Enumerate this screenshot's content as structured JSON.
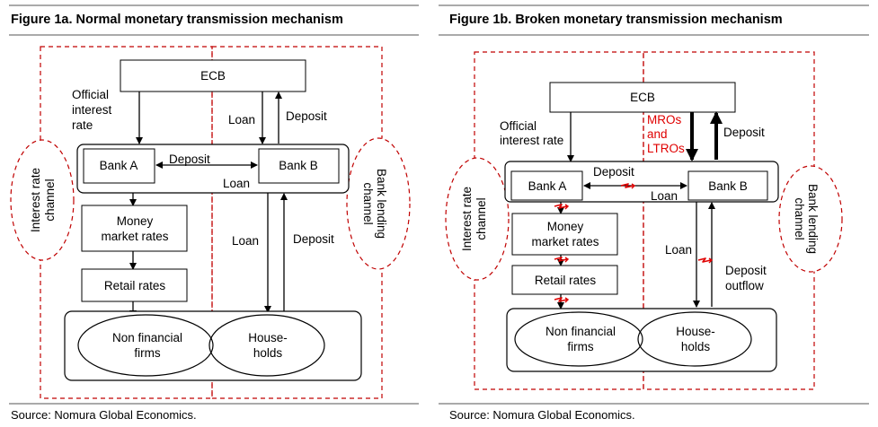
{
  "fig_a": {
    "title": "Figure 1a. Normal monetary transmission mechanism",
    "source": "Source: Nomura Global Economics.",
    "ecb": "ECB",
    "official_rate": [
      "Official",
      "interest",
      "rate"
    ],
    "loan_top": "Loan",
    "deposit_top": "Deposit",
    "bank_a": "Bank A",
    "bank_b": "Bank B",
    "interbank_deposit": "Deposit",
    "interbank_loan": "Loan",
    "money_market": [
      "Money",
      "market rates"
    ],
    "retail_rates": "Retail rates",
    "loan_mid": "Loan",
    "deposit_mid": "Deposit",
    "non_financial_firms": [
      "Non financial",
      "firms"
    ],
    "households": [
      "House-",
      "holds"
    ],
    "interest_rate_channel": [
      "Interest rate",
      "channel"
    ],
    "bank_lending_channel": [
      "Bank lending",
      "channel"
    ]
  },
  "fig_b": {
    "title": "Figure 1b. Broken monetary transmission mechanism",
    "source": "Source: Nomura Global Economics.",
    "ecb": "ECB",
    "official_rate": [
      "Official",
      "interest rate"
    ],
    "mros": [
      "MROs",
      "and",
      "LTROs"
    ],
    "deposit_top": "Deposit",
    "bank_a": "Bank A",
    "bank_b": "Bank B",
    "interbank_deposit": "Deposit",
    "interbank_loan": "Loan",
    "money_market": [
      "Money",
      "market rates"
    ],
    "retail_rates": "Retail rates",
    "loan_mid": "Loan",
    "deposit_outflow": [
      "Deposit",
      "outflow"
    ],
    "non_financial_firms": [
      "Non financial",
      "firms"
    ],
    "households": [
      "House-",
      "holds"
    ],
    "interest_rate_channel": [
      "Interest rate",
      "channel"
    ],
    "bank_lending_channel": [
      "Bank lending",
      "channel"
    ]
  },
  "colors": {
    "dashed_red": "#c00000",
    "break_red": "#e00000",
    "rule_gray": "#555555"
  }
}
